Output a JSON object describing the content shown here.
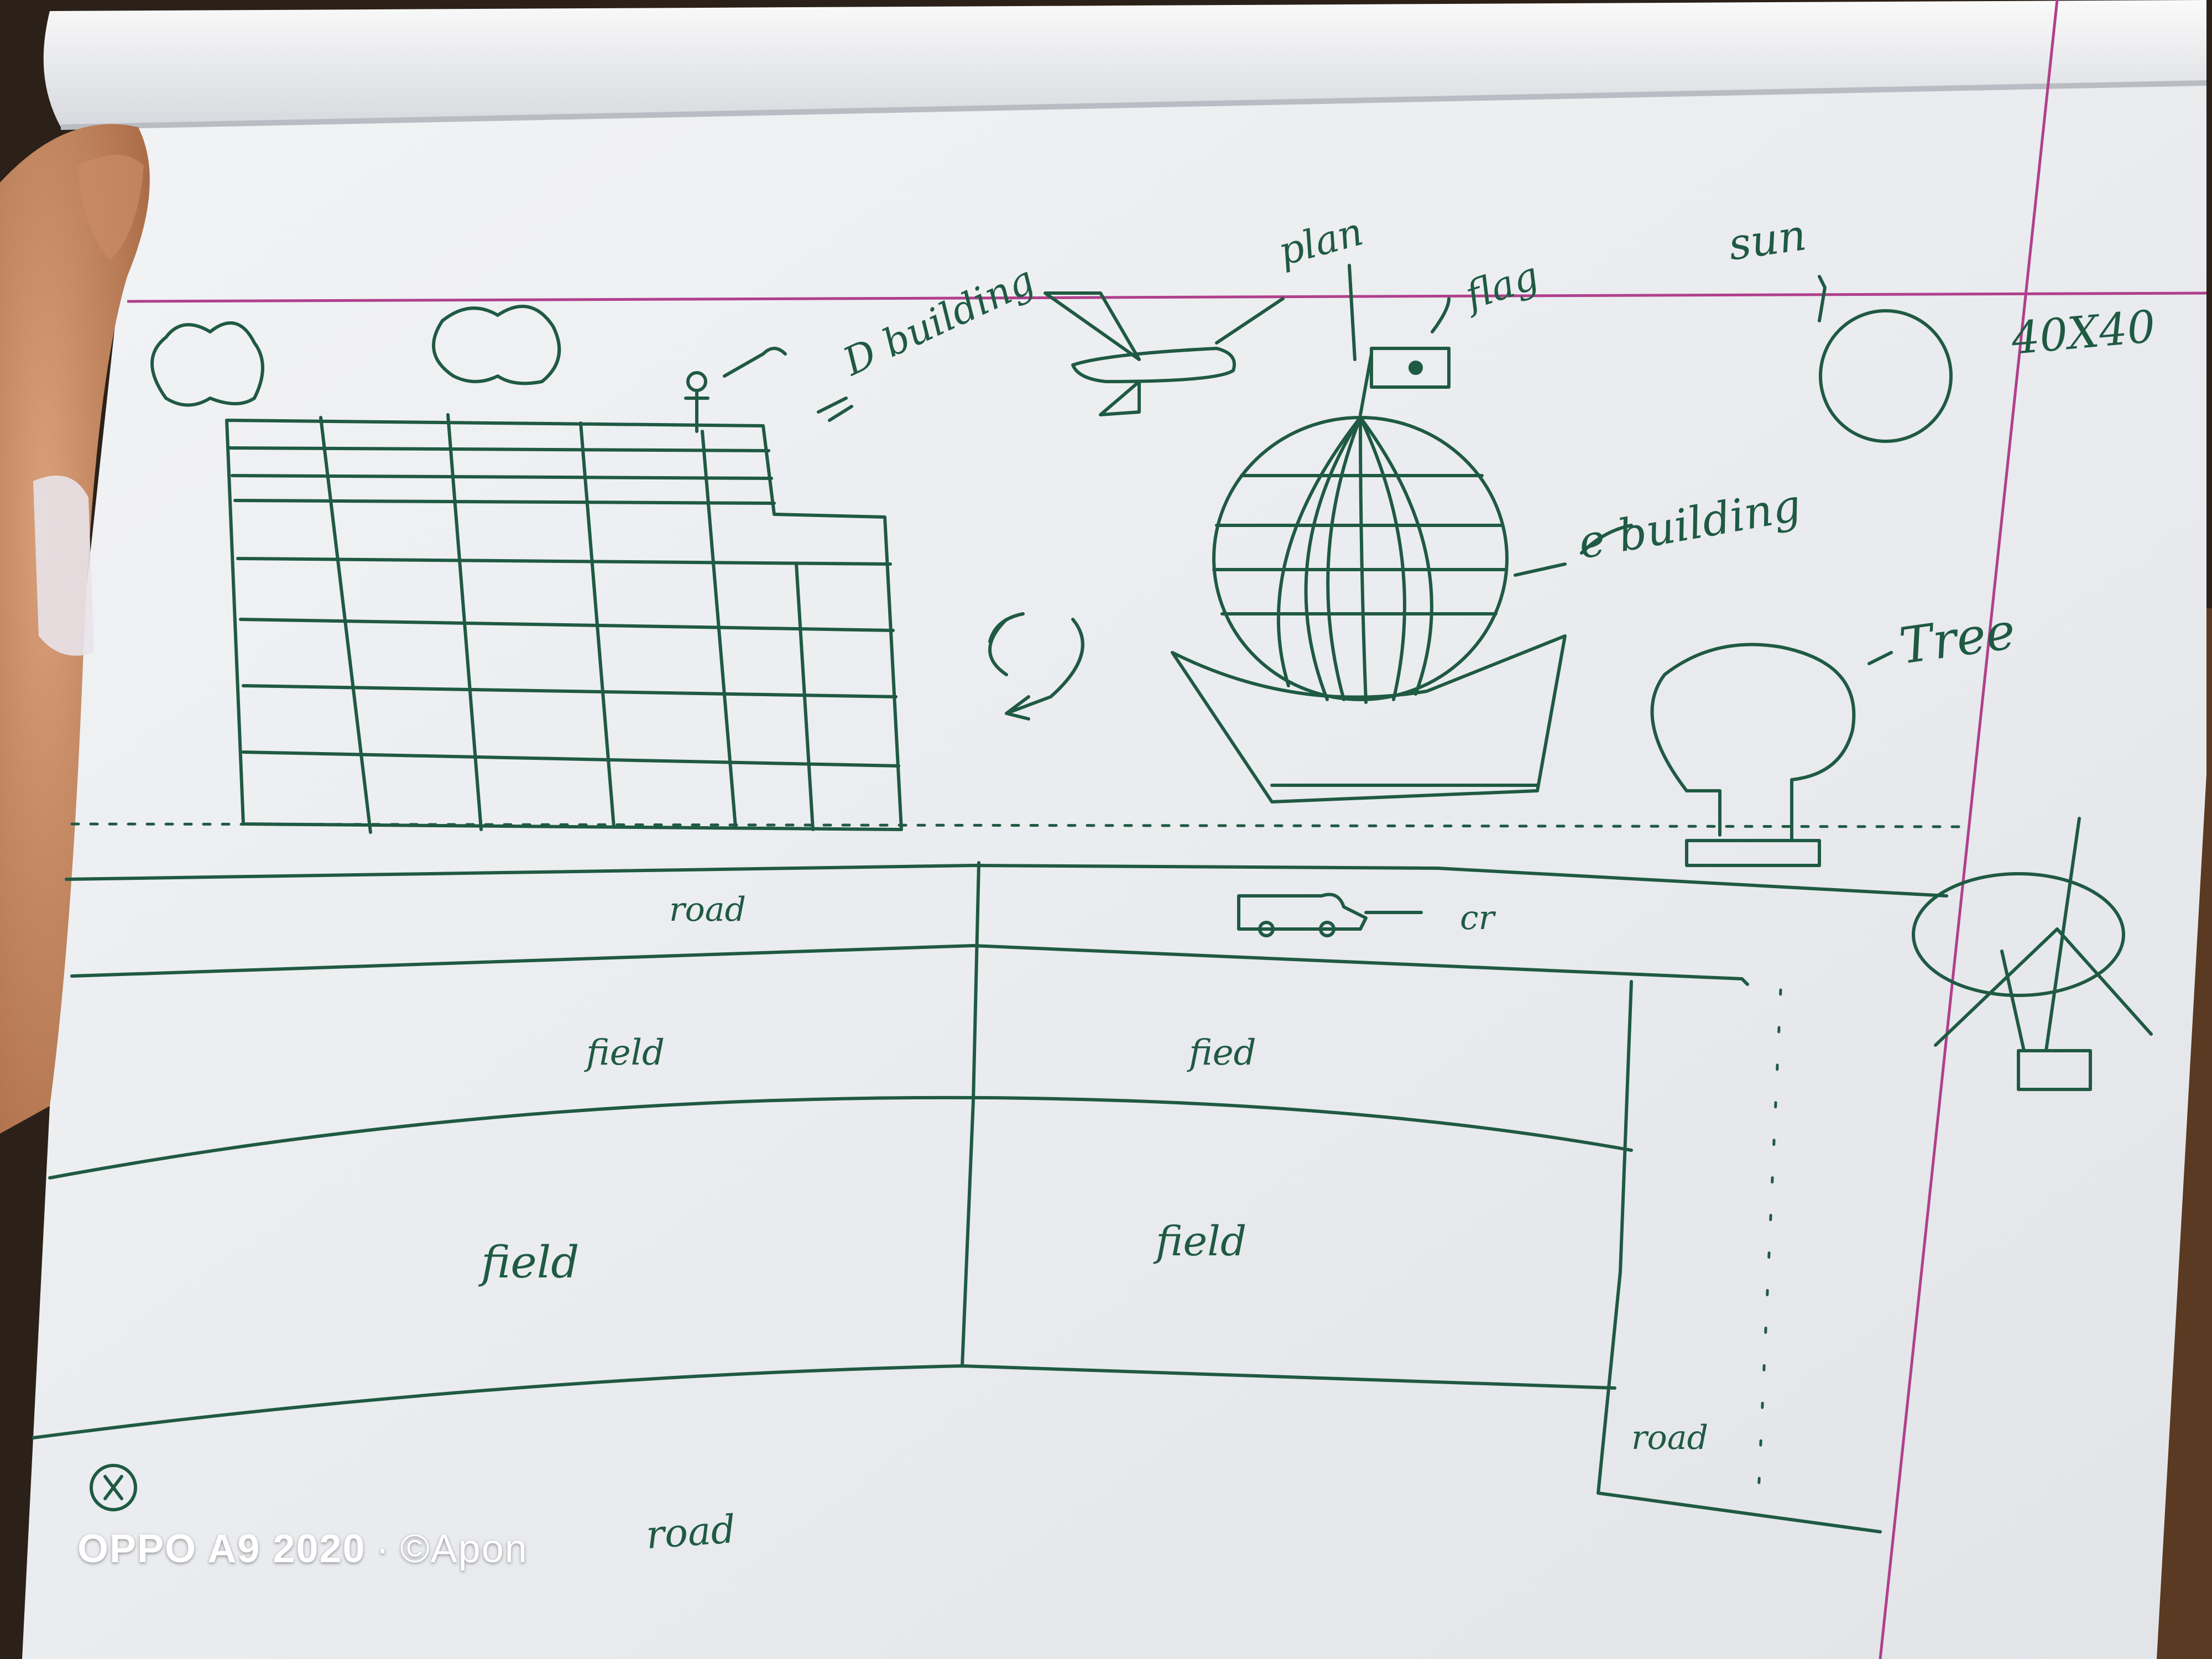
{
  "labels": {
    "building_d": "D building",
    "building_e": "e building",
    "plane": "plan",
    "flag": "flag",
    "sun": "sun",
    "size": "40X40",
    "tree": "Tree",
    "car": "cr",
    "road_top": "road",
    "field_1": "field",
    "field_2": "fied",
    "field_3": "field",
    "field_4": "field",
    "road_right": "road",
    "road_bottom": "road"
  },
  "watermark": {
    "device": "OPPO A9 2020",
    "separator": "·",
    "credit": "©Apon"
  },
  "colors": {
    "ink": "#1f5a42",
    "margin_line": "#b0408c",
    "paper": "#ecedf0",
    "background": "#2b2118"
  }
}
